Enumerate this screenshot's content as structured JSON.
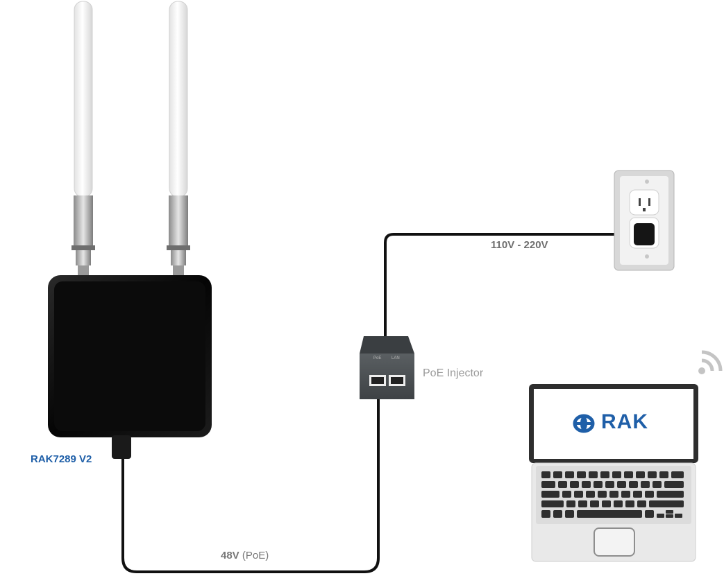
{
  "labels": {
    "gateway": "RAK7289 V2",
    "poe_injector": "PoE Injector",
    "power_voltage": "110V - 220V",
    "poe_voltage_value": "48V",
    "poe_voltage_note": " (PoE)",
    "injector_port_poe": "PoE",
    "injector_port_lan": "LAN"
  },
  "laptop": {
    "screen_logo": "RAK"
  },
  "colors": {
    "cable": "#111111",
    "gateway_body": "#0d0d0d",
    "injector_body": "#4a4f52",
    "brand_blue": "#1f5fa8",
    "label_gray": "#9a9a9a"
  },
  "icons": [
    "antenna-icon",
    "wall-outlet-icon",
    "poe-injector-icon",
    "laptop-icon",
    "wifi-icon",
    "rak-logo-icon"
  ]
}
